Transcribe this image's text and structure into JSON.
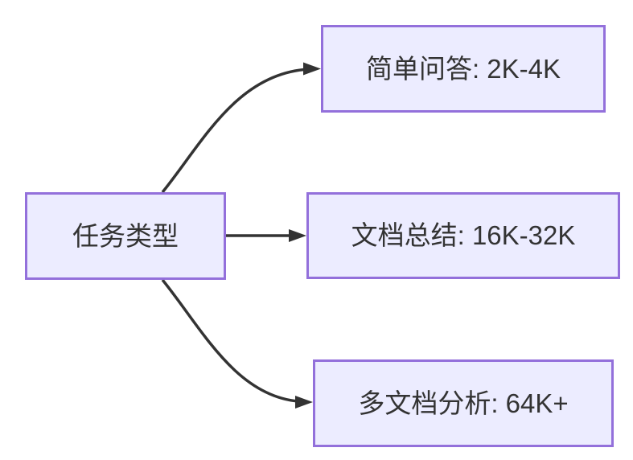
{
  "diagram": {
    "type": "flowchart",
    "direction": "left-to-right",
    "colors": {
      "background": "#ffffff",
      "node_fill": "#ececff",
      "node_border": "#9370db",
      "label_text": "#333333",
      "arrow": "#333333"
    },
    "nodes": {
      "source": {
        "label": "任务类型"
      },
      "simple_qa": {
        "label": "简单问答: 2K-4K"
      },
      "doc_summary": {
        "label": "文档总结: 16K-32K"
      },
      "multi_doc": {
        "label": "多文档分析: 64K+"
      }
    },
    "edges": [
      {
        "from": "任务类型",
        "to": "简单问答: 2K-4K"
      },
      {
        "from": "任务类型",
        "to": "文档总结: 16K-32K"
      },
      {
        "from": "任务类型",
        "to": "多文档分析: 64K+"
      }
    ]
  }
}
